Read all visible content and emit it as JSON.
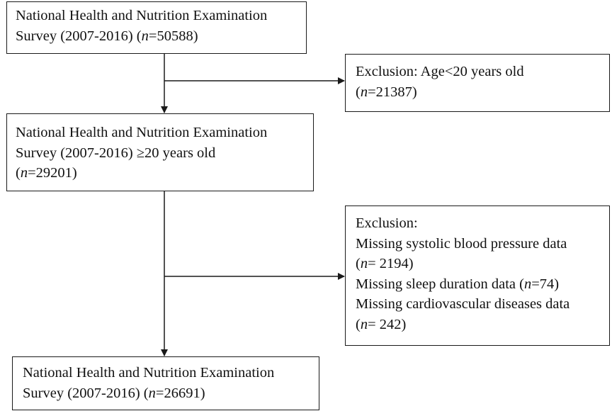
{
  "boxes": {
    "initial": {
      "lines": [
        [
          "National Health and Nutrition Examination"
        ],
        [
          "Survey (2007-2016) (",
          "n",
          "=50588)"
        ]
      ]
    },
    "exclusion_age": {
      "lines": [
        [
          "Exclusion: Age<20 years old"
        ],
        [
          "(",
          "n",
          "=21387)"
        ]
      ]
    },
    "adults": {
      "lines": [
        [
          "National Health and Nutrition Examination"
        ],
        [
          "Survey (2007-2016) ≥20 years old"
        ],
        [
          "(",
          "n",
          "=29201)"
        ]
      ]
    },
    "exclusion_missing": {
      "lines": [
        [
          "Exclusion:"
        ],
        [
          "Missing systolic blood pressure data"
        ],
        [
          "(",
          "n",
          "= 2194)"
        ],
        [
          "Missing sleep duration data (",
          "n",
          "=74)"
        ],
        [
          "Missing cardiovascular diseases data"
        ],
        [
          "(",
          "n",
          "= 242)"
        ]
      ]
    },
    "final": {
      "lines": [
        [
          "National Health and Nutrition Examination"
        ],
        [
          "Survey (2007-2016) (",
          "n",
          "=26691)"
        ]
      ]
    }
  }
}
